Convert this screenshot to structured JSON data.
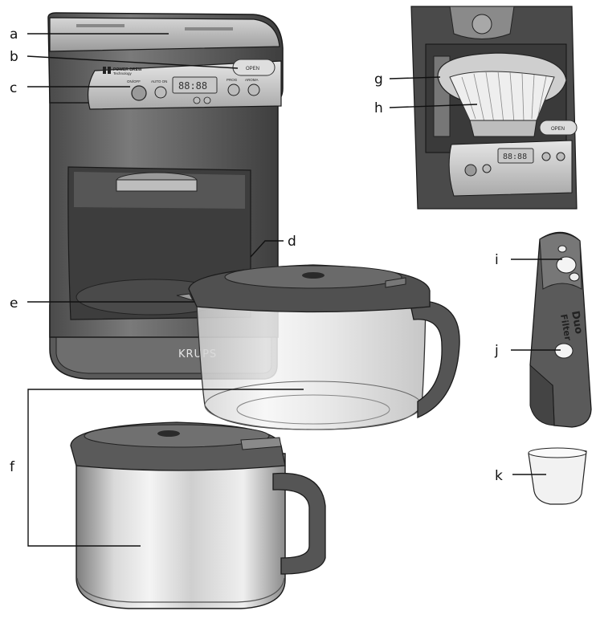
{
  "labels": {
    "a": "a",
    "b": "b",
    "c": "c",
    "d": "d",
    "e": "e",
    "f": "f",
    "g": "g",
    "h": "h",
    "i": "i",
    "j": "j",
    "k": "k"
  },
  "panel": {
    "brand_line1": "POWER BREW",
    "brand_line2": "Technology",
    "open_label": "OPEN",
    "onoff_label": "ON/OFF",
    "autoon_label": "AUTO ON",
    "prog_label": "PROG",
    "aroma_label": "AROMA",
    "display_text": "88:88"
  },
  "machine": {
    "brand": "KRUPS"
  },
  "filter": {
    "line1": "Duo",
    "line2": "Filter"
  },
  "colors": {
    "body_dark": "#5e5e5e",
    "body_mid": "#808080",
    "steel_light": "#e8e8e8",
    "steel_mid": "#b8b8b8",
    "outline": "#1a1a1a"
  }
}
